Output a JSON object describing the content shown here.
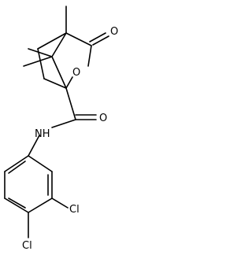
{
  "molecule": {
    "atom_labels": {
      "carbonyl_oxygen_lactone": "O",
      "ring_oxygen": "O",
      "amide_nitrogen": "NH",
      "carbonyl_oxygen_amide": "O",
      "chlorine_meta": "Cl",
      "chlorine_para": "Cl"
    }
  },
  "colors": {
    "bond": "#000000",
    "background": "#ffffff"
  }
}
